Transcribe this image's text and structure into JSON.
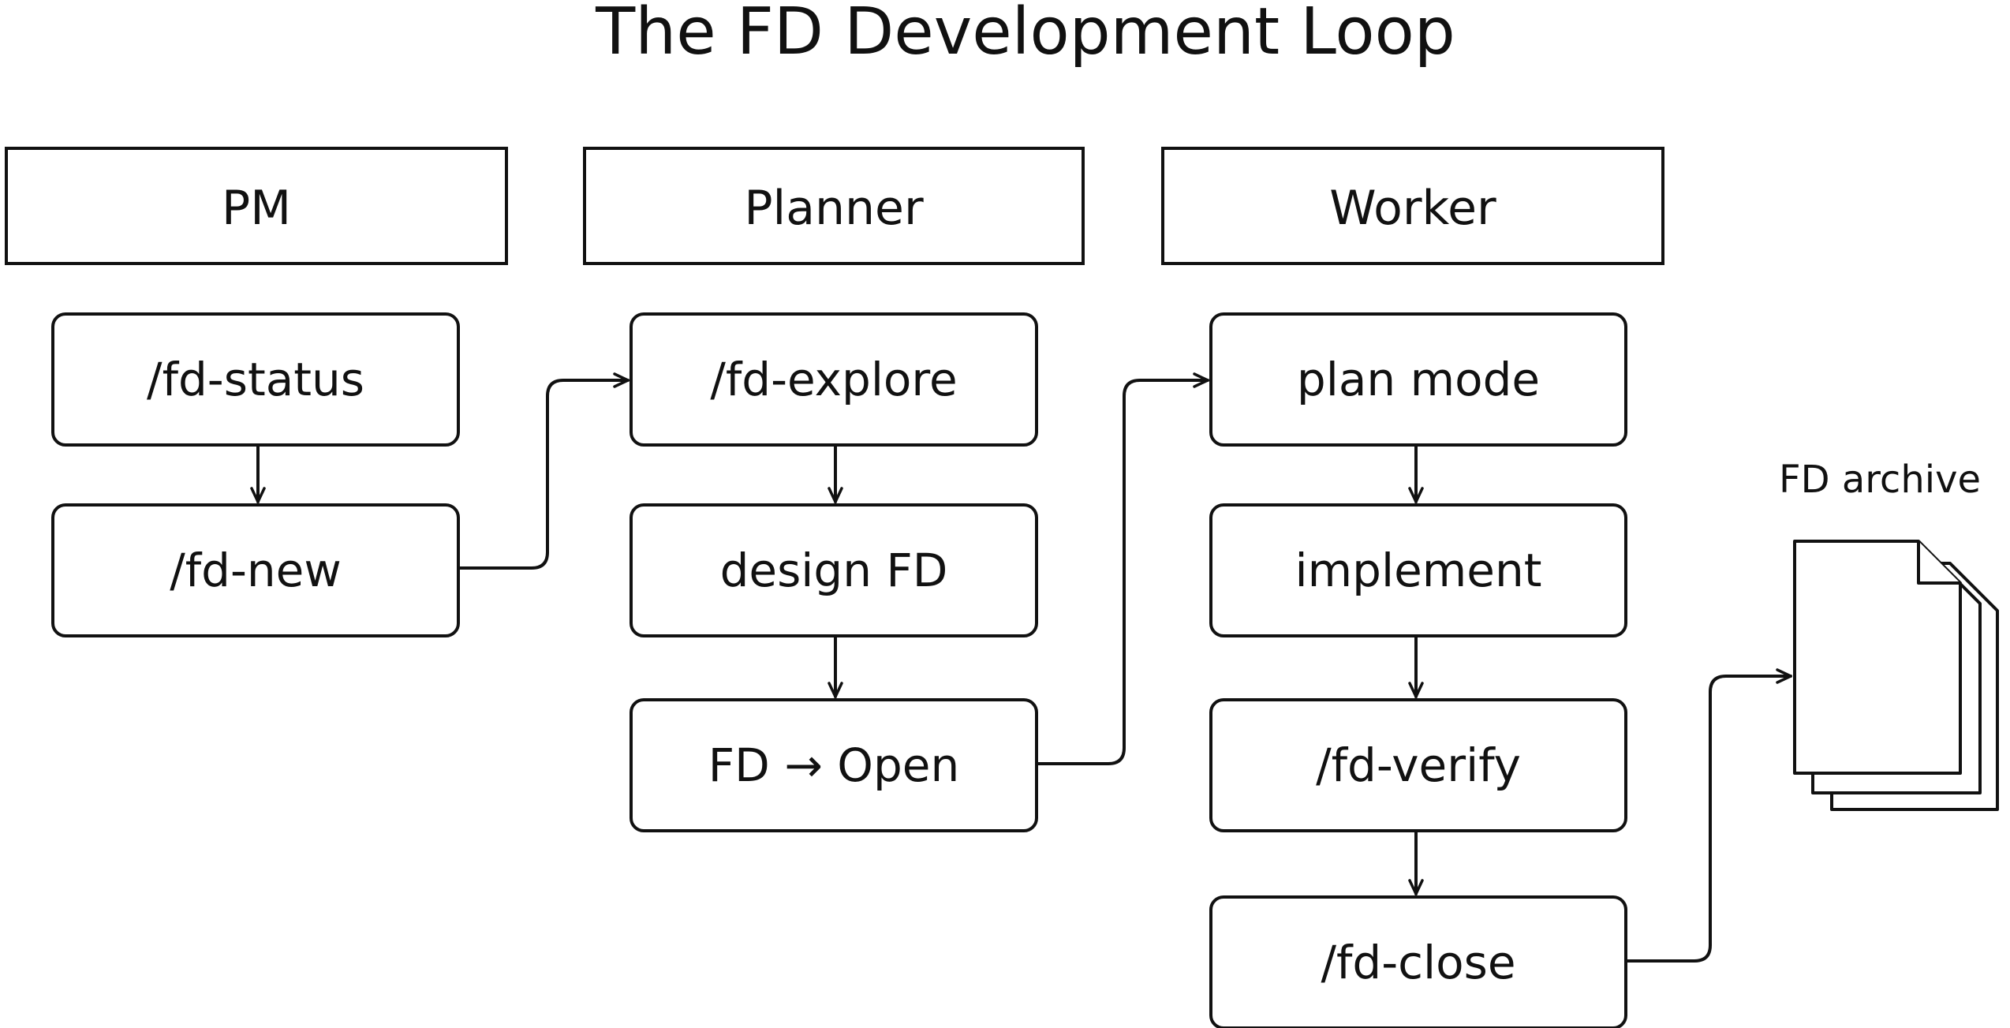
{
  "title": "The FD Development Loop",
  "lanes": {
    "pm": {
      "header": "PM",
      "steps": [
        "/fd-status",
        "/fd-new"
      ]
    },
    "planner": {
      "header": "Planner",
      "steps": [
        "/fd-explore",
        "design FD",
        "FD → Open"
      ]
    },
    "worker": {
      "header": "Worker",
      "steps": [
        "plan mode",
        "implement",
        "/fd-verify",
        "/fd-close"
      ]
    }
  },
  "archive": {
    "label": "FD archive",
    "icon": "stacked-documents-icon"
  },
  "colors": {
    "stroke": "#111111",
    "background": "#ffffff"
  }
}
